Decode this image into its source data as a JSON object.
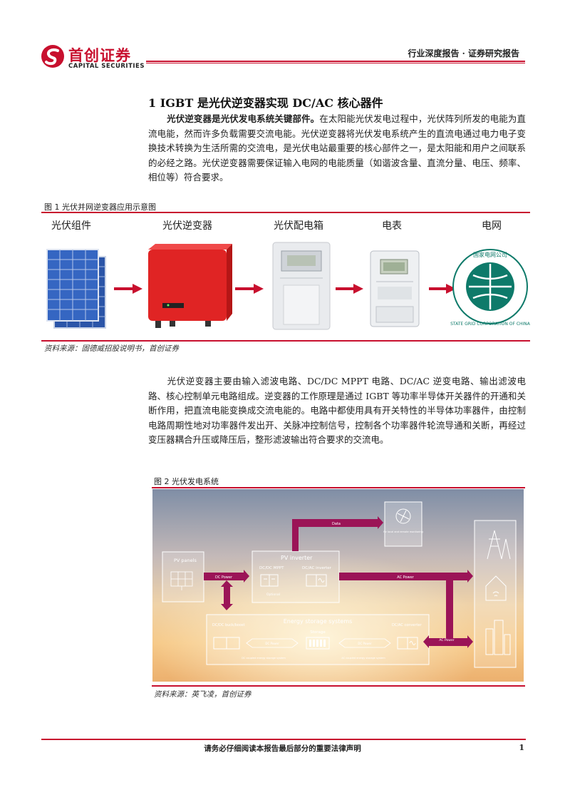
{
  "header": {
    "logo_cn": "首创证券",
    "logo_en": "CAPITAL SECURITIES",
    "report_type": "行业深度报告 · 证券研究报告"
  },
  "section": {
    "title": "1 IGBT 是光伏逆变器实现 DC/AC 核心器件",
    "para1_lead": "光伏逆变器是光伏发电系统关键部件。",
    "para1_body": "在太阳能光伏发电过程中，光伏阵列所发的电能为直流电能，然而许多负载需要交流电能。光伏逆变器将光伏发电系统产生的直流电通过电力电子变换技术转换为生活所需的交流电，是光伏电站最重要的核心部件之一，是太阳能和用户之间联系的必经之路。光伏逆变器需要保证输入电网的电能质量（如谐波含量、直流分量、电压、频率、相位等）符合要求。",
    "para2": "光伏逆变器主要由输入滤波电路、DC/DC MPPT 电路、DC/AC 逆变电路、输出滤波电路、核心控制单元电路组成。逆变器的工作原理是通过 IGBT 等功率半导体开关器件的开通和关断作用，把直流电能变换成交流电能的。电路中都使用具有开关特性的半导体功率器件，由控制电路周期性地对功率器件发出开、关脉冲控制信号，控制各个功率器件轮流导通和关断，再经过变压器耦合升压或降压后，整形滤波输出符合要求的交流电。"
  },
  "figure1": {
    "caption": "图 1  光伏并网逆变器应用示意图",
    "labels": [
      "光伏组件",
      "光伏逆变器",
      "光伏配电箱",
      "电表",
      "电网"
    ],
    "grid_logo_text": "国家电网公司 STATE GRID CORPORATION OF CHINA",
    "source": "资料来源：固德威招股说明书，首创证券"
  },
  "figure2": {
    "caption": "图 2  光伏发电系统",
    "pv_panels": "PV panels",
    "dc_power": "DC Power",
    "pv_inverter": "PV inverter",
    "dcdc_mppt": "DC/DC MPPT",
    "dcac_inverter": "DC/AC inverter",
    "optional": "Optional",
    "data": "Data",
    "monitoring": "for local and remote monitoring",
    "ac_power": "AC Power",
    "ess_title": "Energy storage systems",
    "dcdc_buck": "DC/DC buck/boost",
    "storage": "Storage",
    "dcac_converter": "DC/AC converter",
    "dc_power2": "DC Power",
    "dc_power3": "DC Power",
    "dc_coupled": "DC coupled energy storage system",
    "ac_coupled": "AC coupled energy storage system",
    "ac_power2": "AC Power",
    "source": "资料来源：英飞凌，首创证券"
  },
  "footer": {
    "disclaimer": "请务必仔细阅读本报告最后部分的重要法律声明",
    "page": "1"
  }
}
